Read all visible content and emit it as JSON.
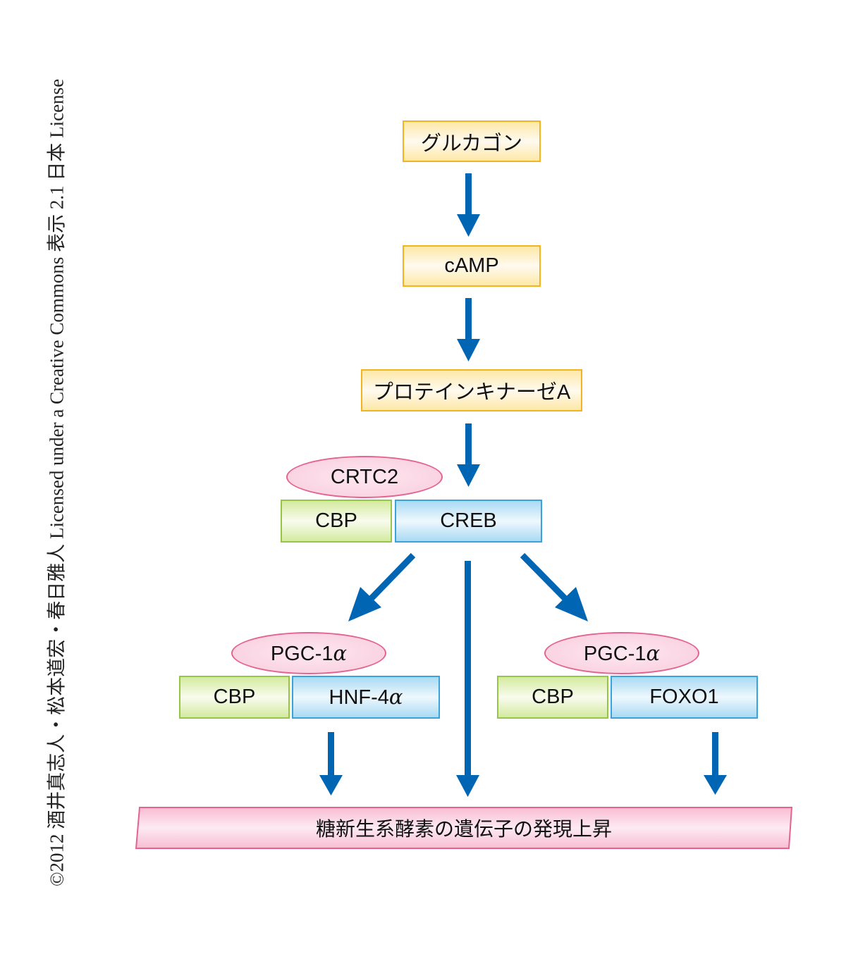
{
  "credit": "©2012 酒井真志人・松本道宏・春日雅人 Licensed under a Creative Commons 表示 2.1 日本 License",
  "colors": {
    "arrow": "#0066b3",
    "yellow_border": "#f4b323",
    "green_border": "#95c64a",
    "blue_border": "#3aa3dc",
    "pink_border": "#e4638f"
  },
  "nodes": {
    "glucagon": "グルカゴン",
    "camp": "cAMP",
    "pka": "プロテインキナーゼA",
    "crtc2": "CRTC2",
    "cbp_top": "CBP",
    "creb": "CREB",
    "pgc_left_prefix": "PGC-1",
    "pgc_left_greek": "α",
    "cbp_left": "CBP",
    "hnf_prefix": "HNF-4",
    "hnf_greek": "α",
    "pgc_right_prefix": "PGC-1",
    "pgc_right_greek": "α",
    "cbp_right": "CBP",
    "foxo1": "FOXO1",
    "result": "糖新生系酵素の遺伝子の発現上昇"
  },
  "edges": [
    {
      "from": "glucagon",
      "to": "camp"
    },
    {
      "from": "camp",
      "to": "pka"
    },
    {
      "from": "pka",
      "to": "creb"
    },
    {
      "from": "creb",
      "to": "hnf4a-complex"
    },
    {
      "from": "creb",
      "to": "result"
    },
    {
      "from": "creb",
      "to": "foxo1-complex"
    },
    {
      "from": "hnf4a-complex",
      "to": "result"
    },
    {
      "from": "foxo1-complex",
      "to": "result"
    }
  ]
}
